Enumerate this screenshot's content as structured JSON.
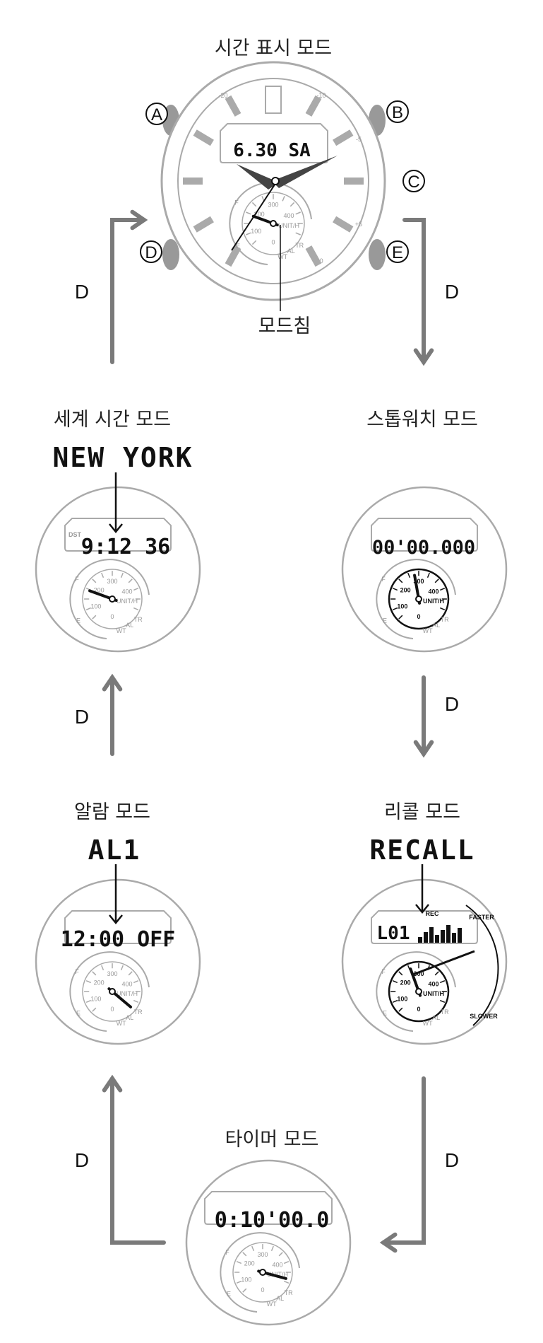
{
  "modes": {
    "timekeeping": {
      "title": "시간 표시 모드",
      "lcd": "6.30 SA",
      "pointer_label": "모드침"
    },
    "world_time": {
      "title": "세계 시간 모드",
      "callout": "NEW YORK",
      "lcd": "9:12 36",
      "indicator": "DST"
    },
    "stopwatch": {
      "title": "스톱워치 모드",
      "lcd": "00'00.000"
    },
    "recall": {
      "title": "리콜 모드",
      "callout": "RECALL",
      "lcd": "L01",
      "indicator": "REC"
    },
    "alarm": {
      "title": "알람 모드",
      "callout": "AL1",
      "lcd": "12:00 OFF"
    },
    "timer": {
      "title": "타이머 모드",
      "lcd": "0:10'00.0"
    }
  },
  "buttons": [
    "A",
    "B",
    "C",
    "D",
    "E"
  ],
  "transition_label": "D",
  "bezel_marks": [
    "-20",
    "-10",
    "-5",
    "+5",
    "+10"
  ],
  "dial": {
    "scale": [
      "0",
      "100",
      "200",
      "300",
      "400"
    ],
    "unit": "UNIT/H",
    "fuel": [
      "F",
      "E"
    ],
    "modes": [
      "WT",
      "AL",
      "TR"
    ],
    "rate": [
      "FASTER",
      "SLOWER"
    ]
  },
  "colors": {
    "arrow": "#7a7a7a",
    "outline": "#aaaaaa",
    "ink": "#111111"
  }
}
